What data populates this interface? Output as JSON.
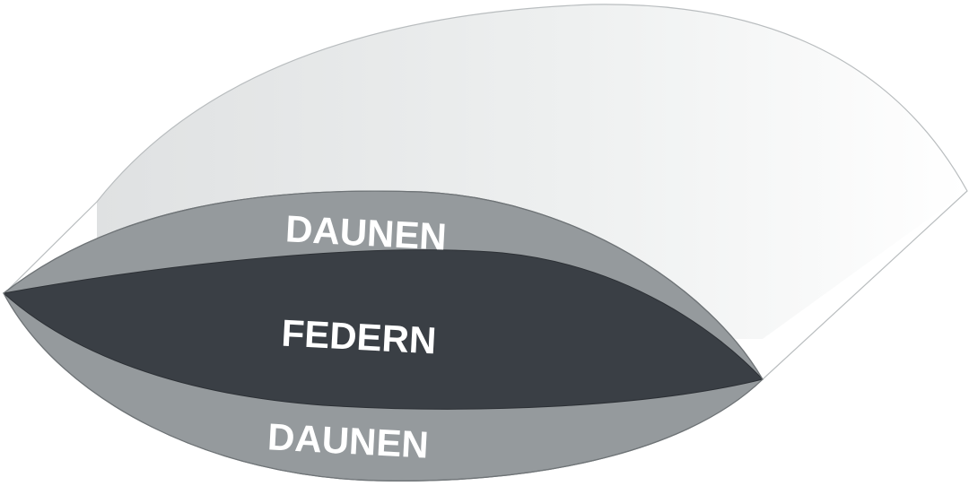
{
  "diagram": {
    "layers": [
      {
        "id": "top",
        "label": "DAUNEN",
        "color": "#959a9d"
      },
      {
        "id": "core",
        "label": "FEDERN",
        "color": "#3a3f45"
      },
      {
        "id": "bottom",
        "label": "DAUNEN",
        "color": "#959a9d"
      }
    ],
    "back_panel_color": "#e9ebec",
    "outline_color": "#8a8f93"
  }
}
